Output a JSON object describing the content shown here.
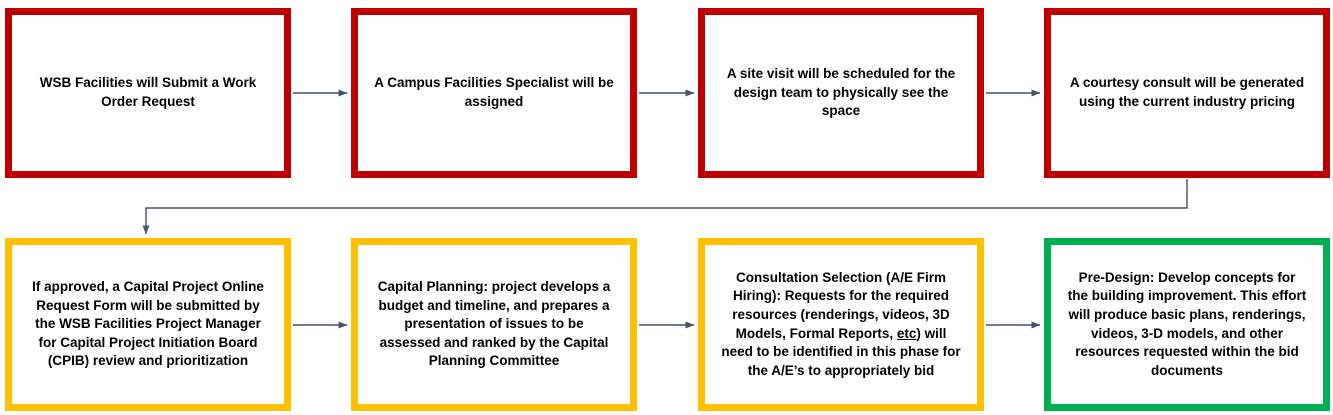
{
  "page": {
    "background_color": "#FFFFFF"
  },
  "flowchart": {
    "arrow_color": "#44546A",
    "row1_border_color": "#C00000",
    "row2_border_color": "#FFC000",
    "final_step_border_color": "#00B050",
    "steps": [
      {
        "id": "step-1",
        "row": 1,
        "border_color": "#C00000",
        "text": "WSB Facilities will Submit a Work Order Request"
      },
      {
        "id": "step-2",
        "row": 1,
        "border_color": "#C00000",
        "text": "A Campus Facilities Specialist will be assigned"
      },
      {
        "id": "step-3",
        "row": 1,
        "border_color": "#C00000",
        "text": "A site visit will be scheduled for the design team to physically see the space"
      },
      {
        "id": "step-4",
        "row": 1,
        "border_color": "#C00000",
        "text": "A courtesy consult will be generated using the current industry pricing"
      },
      {
        "id": "step-5",
        "row": 2,
        "border_color": "#FFC000",
        "text": "If approved, a Capital Project Online Request Form will be submitted by the WSB Facilities Project Manager for Capital Project Initiation Board (CPIB) review and prioritization"
      },
      {
        "id": "step-6",
        "row": 2,
        "border_color": "#FFC000",
        "text": "Capital Planning: project develops a budget and timeline, and prepares a presentation of issues to be assessed and ranked by the Capital Planning Committee"
      },
      {
        "id": "step-7",
        "row": 2,
        "border_color": "#FFC000",
        "text_before": "Consultation Selection (A/E Firm Hiring): Requests for the required resources (renderings, videos, 3D Models, Formal Reports, ",
        "text_underlined": "etc",
        "text_after": ") will need to be identified in this phase for the A/E’s to appropriately bid"
      },
      {
        "id": "step-8",
        "row": 2,
        "border_color": "#00B050",
        "text": "Pre-Design: Develop concepts for the building improvement. This effort will produce basic plans, renderings, videos, 3-D models, and other resources requested within the bid documents"
      }
    ]
  }
}
